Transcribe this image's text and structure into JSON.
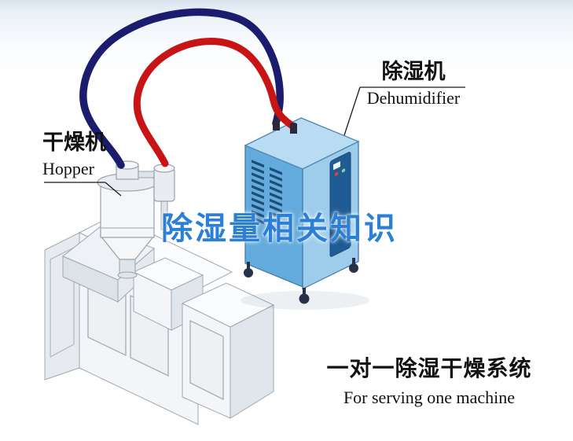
{
  "title": {
    "text": "除湿量相关知识",
    "color": "#2b7fd4"
  },
  "hopper_label": {
    "cn": "干燥机",
    "en": "Hopper"
  },
  "dehumidifier_label": {
    "cn": "除湿机",
    "en": "Dehumidifier"
  },
  "caption": {
    "cn": "一对一除湿干燥系统",
    "en": "For serving one machine"
  },
  "colors": {
    "pipe_red": "#c81414",
    "pipe_navy": "#1c1c6e",
    "machine_blue_front": "#63abdc",
    "machine_blue_top": "#badcf2",
    "machine_blue_side": "#9ecdec",
    "control_panel_navy": "#1f5c96",
    "machine_grey": "#f3f5f8"
  }
}
